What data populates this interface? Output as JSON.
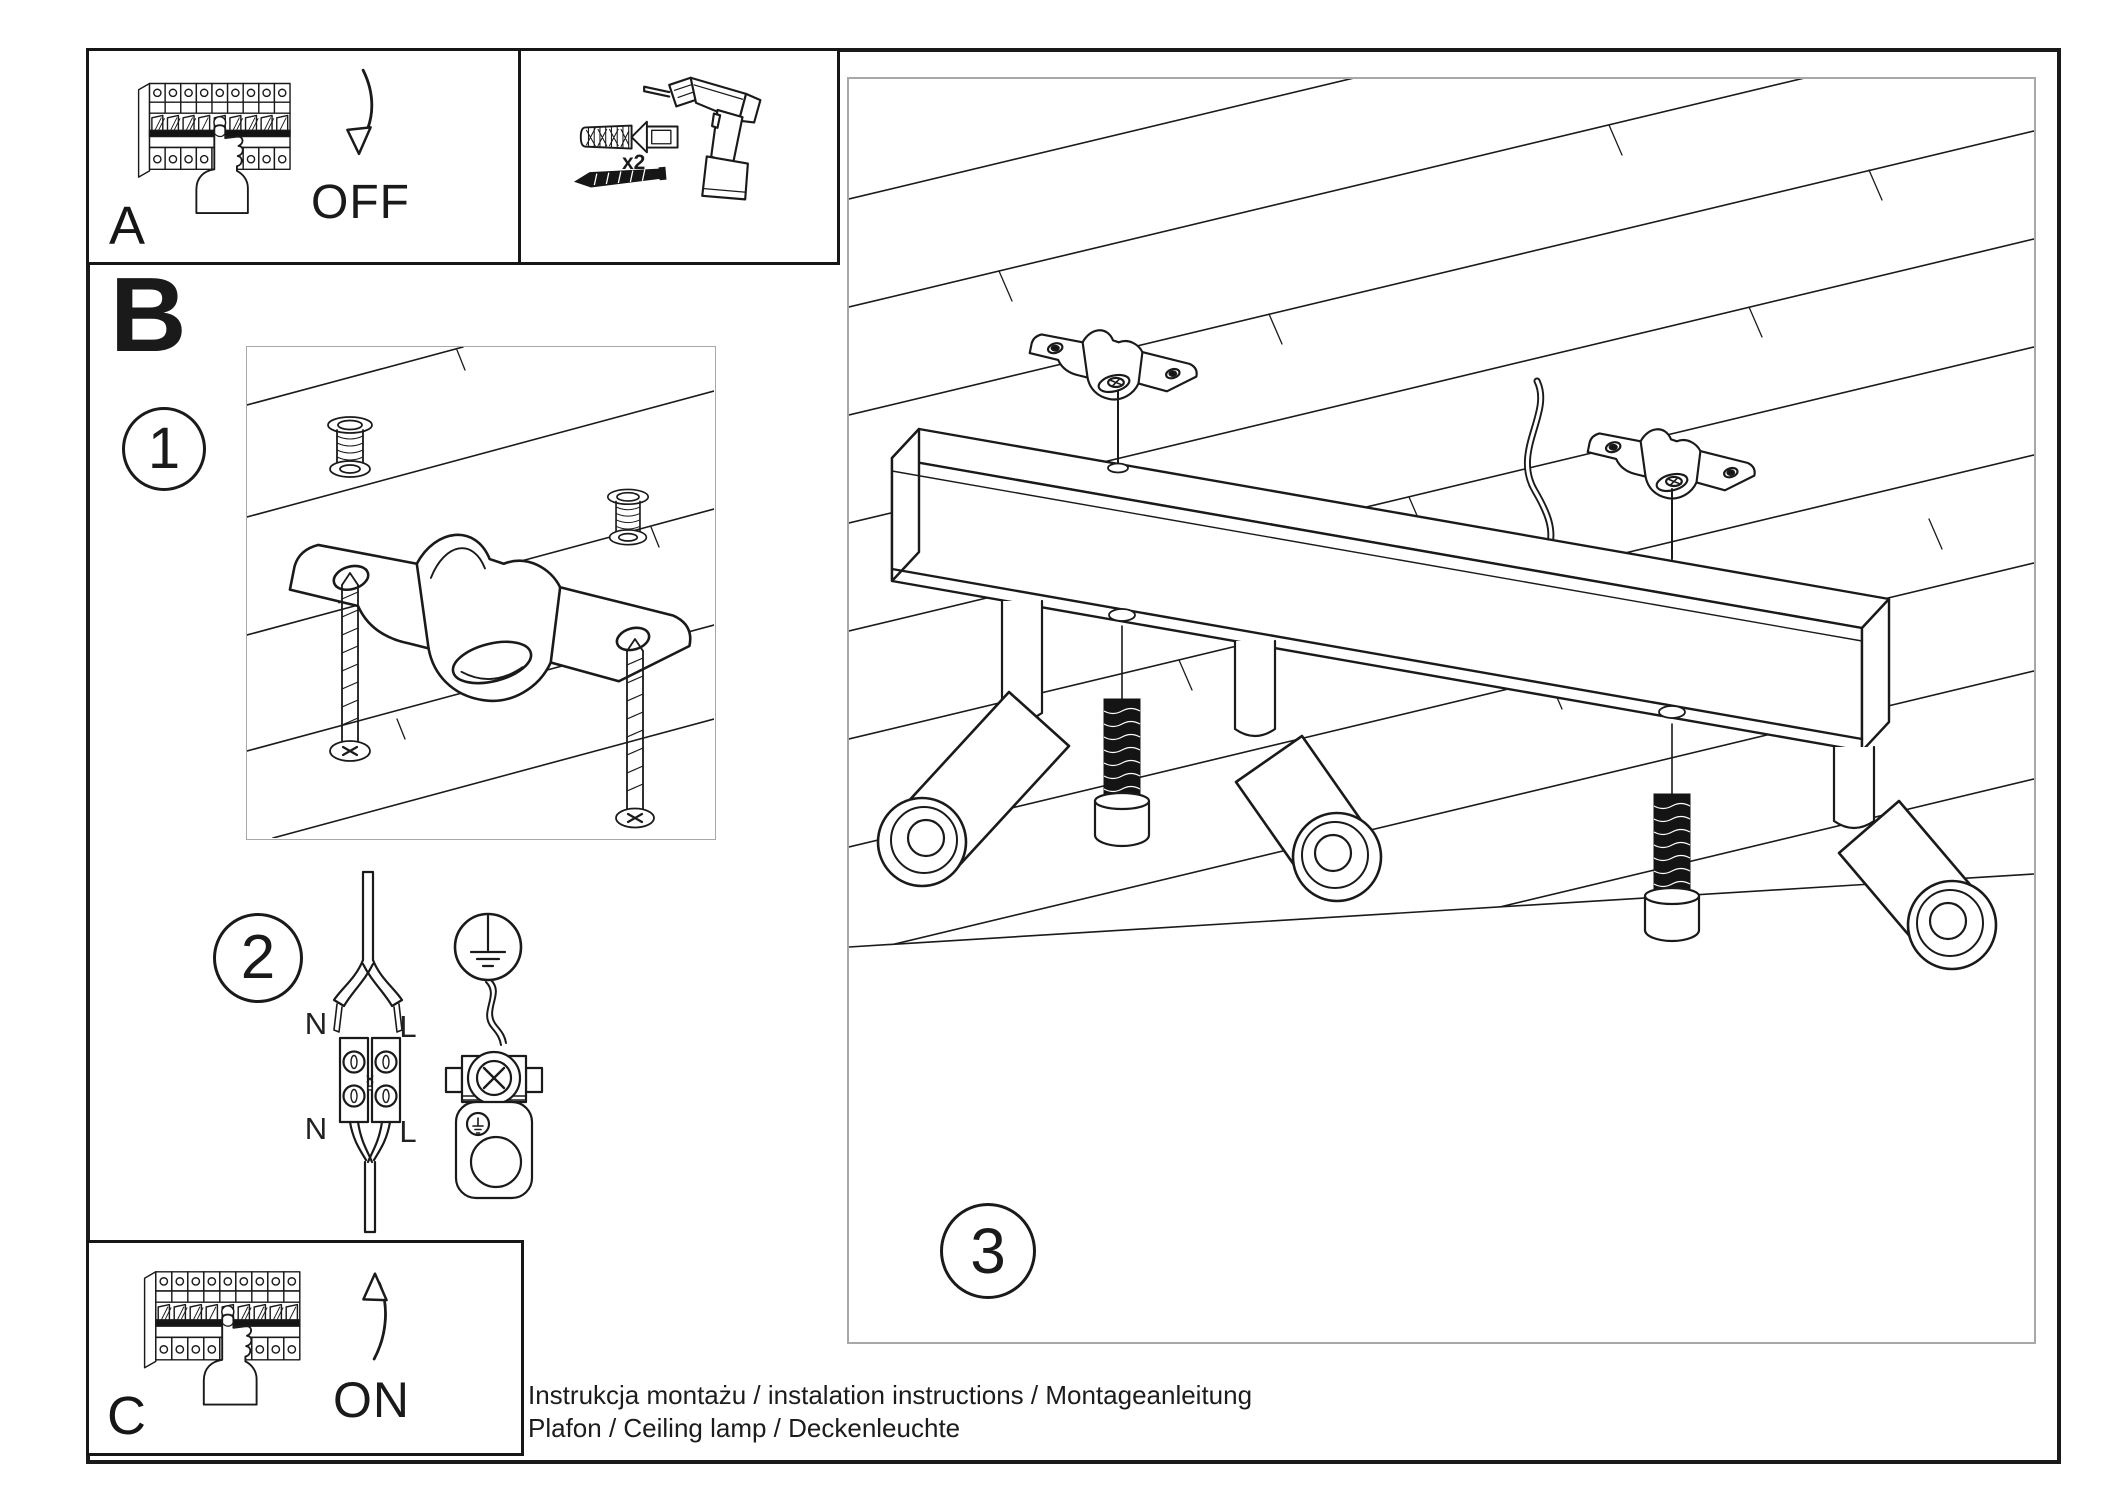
{
  "page": {
    "footer": {
      "line1": "Instrukcja montażu / instalation instructions / Montageanleitung",
      "line2": "Plafon / Ceiling lamp / Deckenleuchte"
    },
    "colors": {
      "line": "#1a1a1a",
      "step_box_border": "#a8a8a8"
    }
  },
  "panel_a": {
    "label": "A",
    "switch_state": "OFF"
  },
  "panel_tools": {
    "dowel_quantity": "x2"
  },
  "section_b": {
    "label": "B",
    "step1_number": "1",
    "step2_number": "2"
  },
  "wiring": {
    "neutral_top": "N",
    "live_top": "L",
    "neutral_bottom": "N",
    "live_bottom": "L"
  },
  "panel_step3": {
    "step_number": "3"
  },
  "panel_c": {
    "label": "C",
    "switch_state": "ON"
  }
}
